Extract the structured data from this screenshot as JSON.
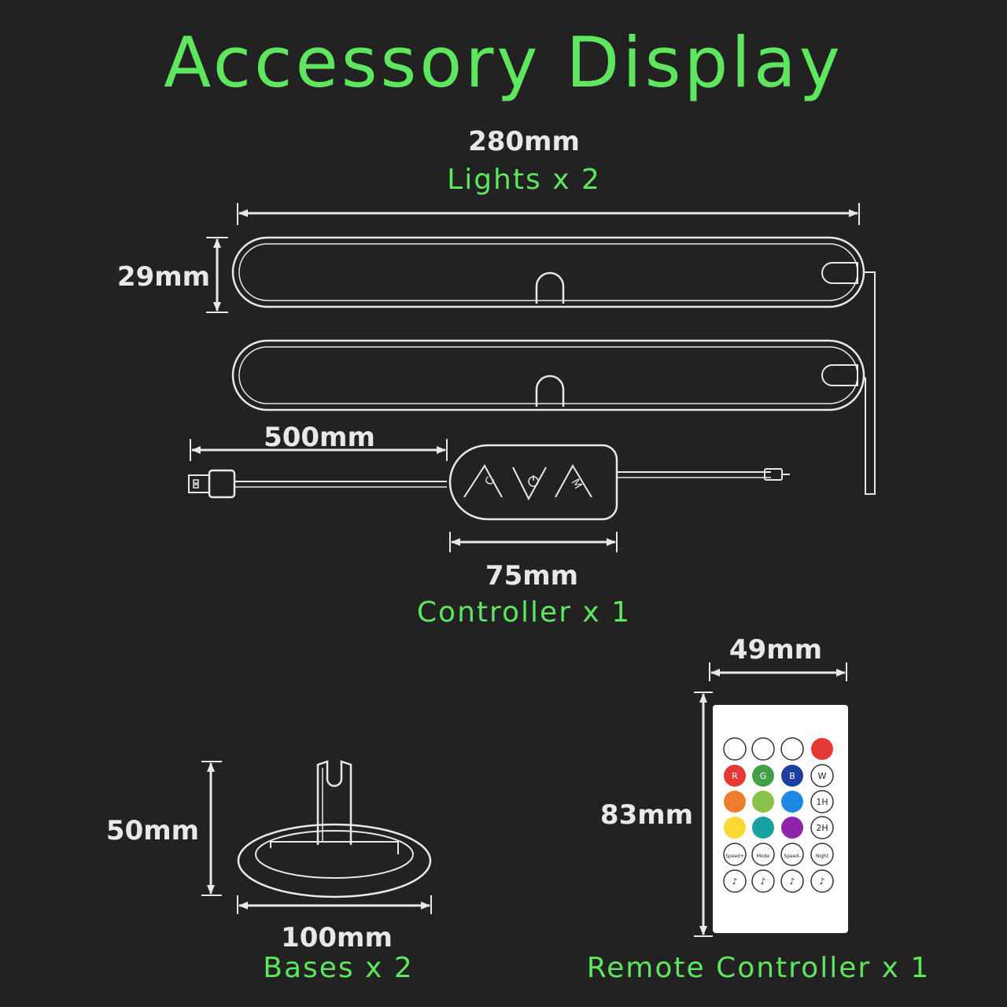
{
  "title": "Accessory Display",
  "lights": {
    "dimension_width": "280mm",
    "dimension_height": "29mm",
    "label": "Lights x 2"
  },
  "controller": {
    "cable_length": "500mm",
    "dimension_width": "75mm",
    "label": "Controller x 1",
    "button_labels": [
      "C",
      "M"
    ]
  },
  "bases": {
    "dimension_height": "50mm",
    "dimension_width": "100mm",
    "label": "Bases x 2"
  },
  "remote": {
    "dimension_width": "49mm",
    "dimension_height": "83mm",
    "label": "Remote Controller x 1",
    "buttons": [
      {
        "text": "",
        "color": "#ffffff"
      },
      {
        "text": "",
        "color": "#ffffff"
      },
      {
        "text": "",
        "color": "#ffffff"
      },
      {
        "text": "",
        "color": "#e53935"
      },
      {
        "text": "R",
        "color": "#e53935"
      },
      {
        "text": "G",
        "color": "#43a047"
      },
      {
        "text": "B",
        "color": "#1e3fa0"
      },
      {
        "text": "W",
        "color": "#ffffff"
      },
      {
        "text": "",
        "color": "#ef7d2d"
      },
      {
        "text": "",
        "color": "#8bc34a"
      },
      {
        "text": "",
        "color": "#1e88e5"
      },
      {
        "text": "1H",
        "color": "#ffffff"
      },
      {
        "text": "",
        "color": "#fdd835"
      },
      {
        "text": "",
        "color": "#17a2a0"
      },
      {
        "text": "",
        "color": "#8e24aa"
      },
      {
        "text": "2H",
        "color": "#ffffff"
      },
      {
        "text": "Speed+",
        "color": "#ffffff"
      },
      {
        "text": "Mode",
        "color": "#ffffff"
      },
      {
        "text": "Speed-",
        "color": "#ffffff"
      },
      {
        "text": "Night",
        "color": "#ffffff"
      },
      {
        "text": "♪",
        "color": "#ffffff"
      },
      {
        "text": "♪",
        "color": "#ffffff"
      },
      {
        "text": "♪",
        "color": "#ffffff"
      },
      {
        "text": "♪",
        "color": "#ffffff"
      }
    ]
  },
  "colors": {
    "accent": "#5ee65e",
    "background": "#222222",
    "line": "#e8e8e8"
  }
}
